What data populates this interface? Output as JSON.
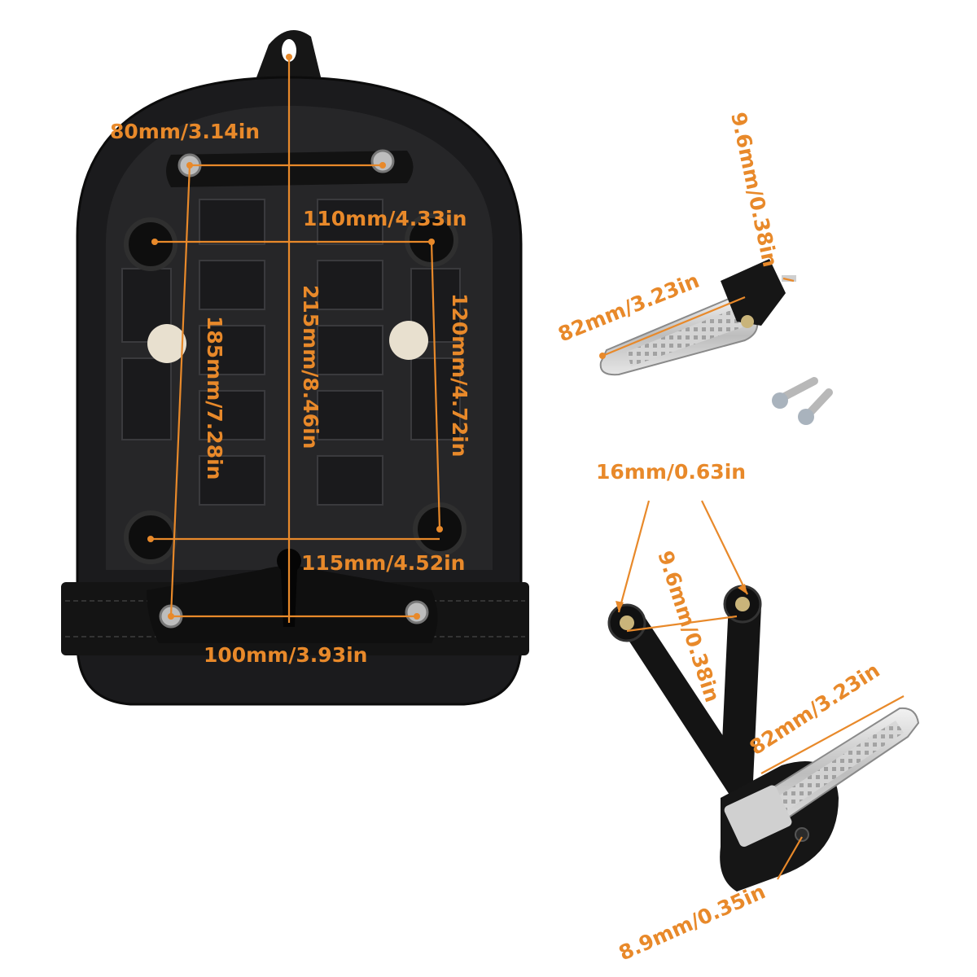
{
  "colors": {
    "accent": "#e8892a",
    "seat": "#1b1b1d",
    "metal": "#c9c9c9",
    "background": "#ffffff"
  },
  "seat_labels": {
    "top_bolt_spacing": "80mm/3.14in",
    "mid_width": "110mm/4.33in",
    "center_length": "215mm/8.46in",
    "left_length": "185mm/7.28in",
    "right_length": "120mm/4.72in",
    "lower_width": "115mm/4.52in",
    "bottom_bolt_spacing": "100mm/3.93in"
  },
  "peg_labels": {
    "peg_bolt_diameter": "9.6mm/0.38in",
    "peg_length": "82mm/3.23in"
  },
  "bracket_labels": {
    "mount_hole_diameter": "16mm/0.63in",
    "hole_spacing": "9.6mm/0.38in",
    "peg_length": "82mm/3.23in",
    "lower_hole_diameter": "8.9mm/0.35in"
  }
}
